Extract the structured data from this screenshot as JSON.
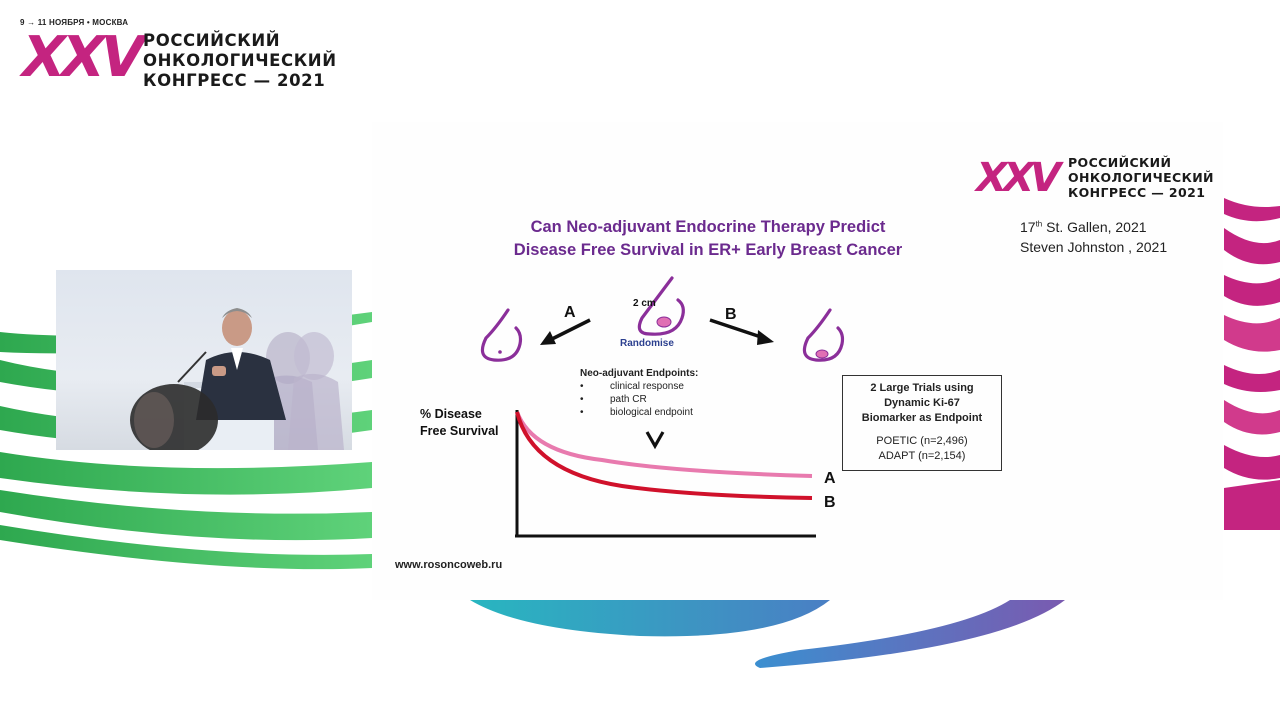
{
  "header": {
    "date_line": "9 → 11 НОЯБРЯ • МОСКВА",
    "logo_mark": "XXV",
    "title_lines": [
      "РОССИЙСКИЙ",
      "ОНКОЛОГИЧЕСКИЙ",
      "КОНГРЕСС — 2021"
    ]
  },
  "slide": {
    "logo_mark": "XXV",
    "logo_lines": [
      "РОССИЙСКИЙ",
      "ОНКОЛОГИЧЕСКИЙ",
      "КОНГРЕСС — 2021"
    ],
    "ref_ordinal": "17",
    "ref_suffix": "th",
    "ref_rest": " St. Gallen, 2021",
    "ref_author": "Steven Johnston , 2021",
    "title_line1": "Can Neo-adjuvant Endocrine Therapy Predict",
    "title_line2": "Disease Free Survival in ER+ Early Breast Cancer",
    "tumor_size": "2 cm",
    "randomise": "Randomise",
    "arm_a": "A",
    "arm_b": "B",
    "endpoints_title": "Neo-adjuvant Endpoints:",
    "endpoints": [
      {
        "bullet": "•",
        "text": "clinical response"
      },
      {
        "bullet": "•",
        "text": "path CR"
      },
      {
        "bullet": "•",
        "text": "biological endpoint"
      }
    ],
    "y_label_line1": "% Disease",
    "y_label_line2": "Free Survival",
    "trials_title_lines": [
      "2 Large Trials using",
      "Dynamic Ki-67",
      "Biomarker as Endpoint"
    ],
    "trials": [
      "POETIC (n=2,496)",
      "ADAPT (n=2,154)"
    ],
    "curve_a": "A",
    "curve_b": "B",
    "url": "www.rosoncoweb.ru"
  },
  "colors": {
    "brand_magenta": "#c42480",
    "title_purple": "#6b2a8e",
    "randomise_blue": "#2b3f8f",
    "curve_a_pink": "#e87aae",
    "curve_b_red": "#d0112b",
    "breast_outline_purple": "#8b2f9a",
    "tumor_pink": "#e070b4",
    "deco_green": "#3cbf5e",
    "deco_teal": "#2fa9c8"
  }
}
